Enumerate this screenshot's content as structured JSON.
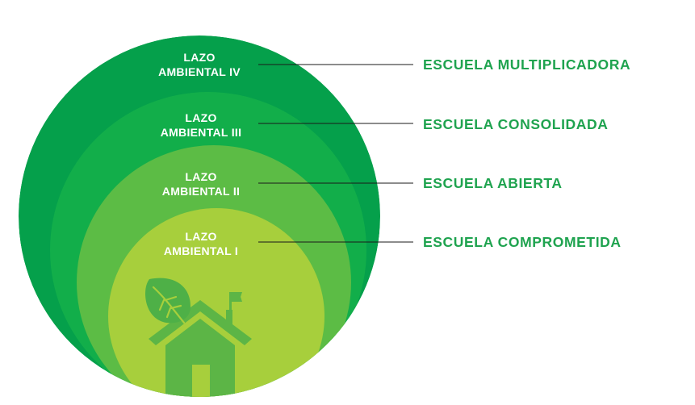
{
  "colors": {
    "ring_4": "#05a04b",
    "ring_3": "#12ae4a",
    "ring_2": "#5cbc45",
    "ring_1": "#a7cf3c",
    "house": "#5cb546",
    "leaf": "#4eb047",
    "stage_text": "#1fa34f",
    "leader_line": "#1a1a1a"
  },
  "icons": [
    "house-icon",
    "leaf-icon",
    "flag-icon"
  ],
  "levels": [
    {
      "lazo": "LAZO",
      "ambiental": "AMBIENTAL IV",
      "stage": "ESCUELA MULTIPLICADORA"
    },
    {
      "lazo": "LAZO",
      "ambiental": "AMBIENTAL III",
      "stage": "ESCUELA CONSOLIDADA"
    },
    {
      "lazo": "LAZO",
      "ambiental": "AMBIENTAL II",
      "stage": "ESCUELA ABIERTA"
    },
    {
      "lazo": "LAZO",
      "ambiental": "AMBIENTAL I",
      "stage": "ESCUELA COMPROMETIDA"
    }
  ]
}
